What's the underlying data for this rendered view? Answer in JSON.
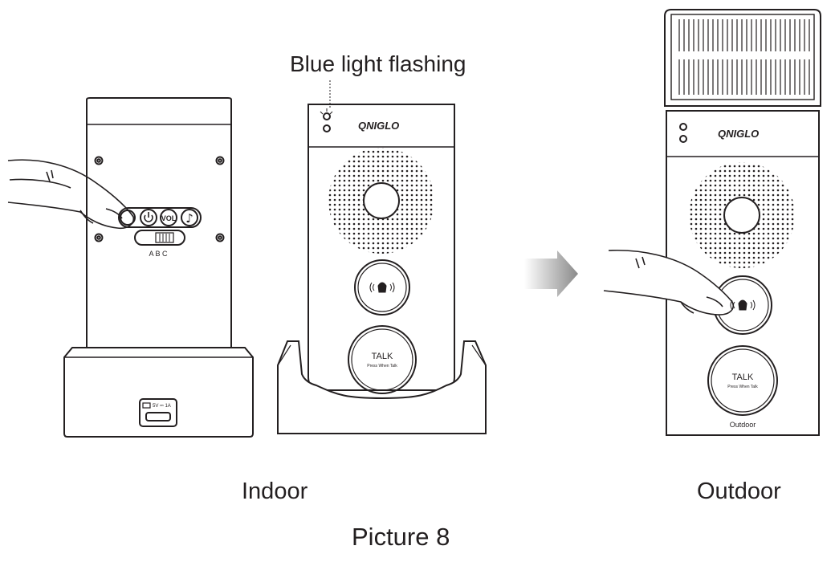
{
  "callout": "Blue light  flashing",
  "labels": {
    "indoor": "Indoor",
    "outdoor": "Outdoor",
    "figure_caption": "Picture 8"
  },
  "indoor_back": {
    "buttons": [
      "power-icon",
      "VOL",
      "music-note-icon"
    ],
    "switch_positions": "A  B  C",
    "port_label": "5V ⎓ 1A"
  },
  "brand": "QNIGLO",
  "devices": {
    "ring_button": "ring-bell-icon",
    "talk_label": "TALK",
    "talk_sub": "Press When Talk",
    "outdoor_label": "Outdoor"
  },
  "colors": {
    "line": "#231f20",
    "arrow_start": "#ffffff",
    "arrow_end": "#8a8a8a"
  }
}
